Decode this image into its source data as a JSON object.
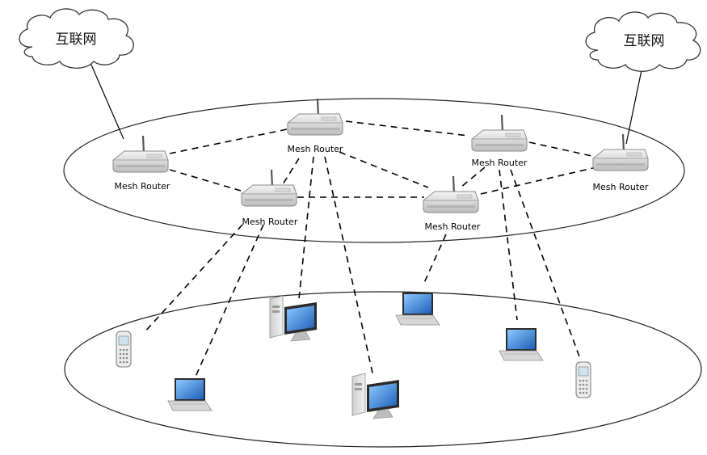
{
  "clouds": {
    "left": {
      "label": "互联网"
    },
    "right": {
      "label": "互联网"
    }
  },
  "routers": [
    {
      "id": "r1",
      "label": "Mesh Router"
    },
    {
      "id": "r2",
      "label": "Mesh Router"
    },
    {
      "id": "r3",
      "label": "Mesh Router"
    },
    {
      "id": "r4",
      "label": "Mesh Router"
    },
    {
      "id": "r5",
      "label": "Mesh Router"
    },
    {
      "id": "r6",
      "label": "Mesh Router"
    }
  ],
  "clients": [
    {
      "id": "c1",
      "type": "phone"
    },
    {
      "id": "c2",
      "type": "laptop"
    },
    {
      "id": "c3",
      "type": "desktop"
    },
    {
      "id": "c4",
      "type": "desktop"
    },
    {
      "id": "c5",
      "type": "laptop"
    },
    {
      "id": "c6",
      "type": "laptop"
    },
    {
      "id": "c7",
      "type": "phone"
    }
  ],
  "icons": {
    "cloud": "cloud-icon",
    "router": "wireless-router-icon",
    "laptop": "laptop-icon",
    "desktop": "desktop-computer-icon",
    "phone": "mobile-phone-icon"
  },
  "colors": {
    "line": "#000000",
    "router_body": "#e6e6e6",
    "screen": "#2f7fd6"
  }
}
